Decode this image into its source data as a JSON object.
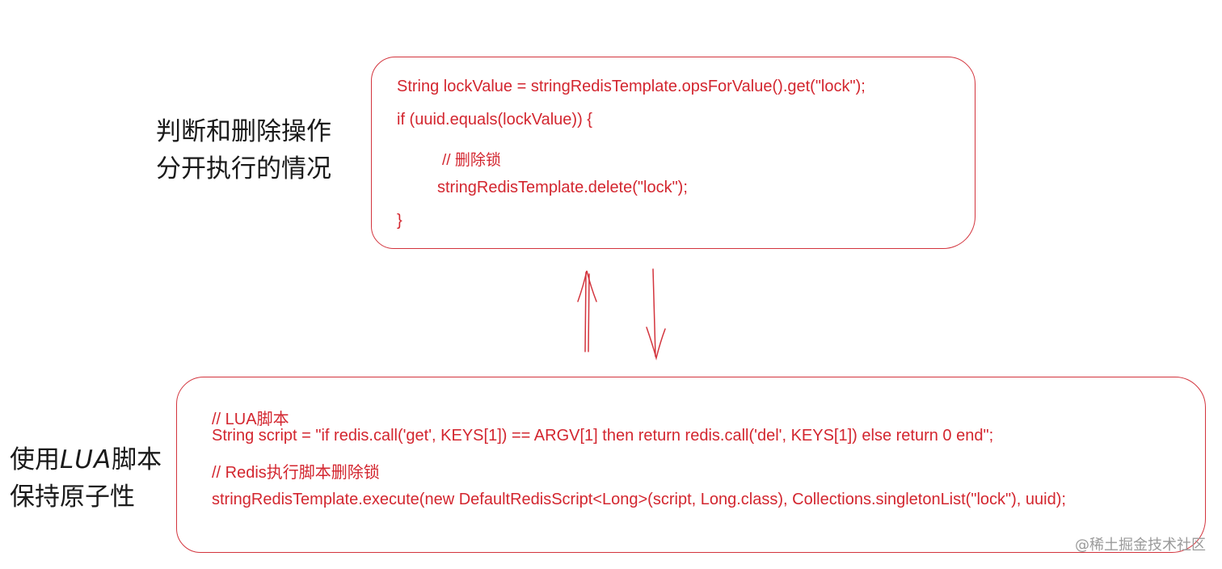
{
  "top_label": {
    "line1": "判断和删除操作",
    "line2": "分开执行的情况"
  },
  "top_code": {
    "line1": "String lockValue = stringRedisTemplate.opsForValue().get(\"lock\");",
    "line2": "if (uuid.equals(lockValue)) {",
    "line3": "// 删除锁",
    "line4": "stringRedisTemplate.delete(\"lock\");",
    "line5": "}"
  },
  "bottom_label": {
    "line1_prefix": "使用",
    "line1_lua": "LUA",
    "line1_suffix": "脚本",
    "line2": "保持原子性"
  },
  "bottom_code": {
    "line1": "// LUA脚本",
    "line2": "String script = \"if redis.call('get', KEYS[1]) == ARGV[1] then return redis.call('del', KEYS[1]) else return 0 end\";",
    "line3": "// Redis执行脚本删除锁",
    "line4": "stringRedisTemplate.execute(new DefaultRedisScript<Long>(script, Long.class), Collections.singletonList(\"lock\"), uuid);"
  },
  "watermark": "@稀土掘金技术社区",
  "colors": {
    "accent": "#d3343d",
    "text": "#1a1a1a"
  }
}
